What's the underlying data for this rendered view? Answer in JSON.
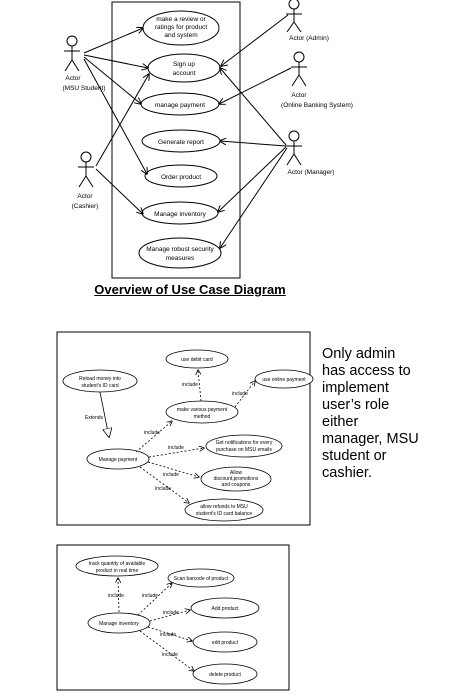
{
  "use_case_overview": {
    "usecases": {
      "review_line1": "make a review or",
      "review_line2": "ratings for product",
      "review_line3": "and system",
      "signup_line1": "Sign up",
      "signup_line2": "account",
      "manage_payment": "manage payment",
      "generate_report": "Generate report",
      "order_product": "Order product",
      "manage_inventory": "Manage inventory",
      "security_line1": "Manage robust security",
      "security_line2": "measures"
    },
    "actors": {
      "student_line1": "Actor",
      "student_line2": "(MSU Student)",
      "cashier_line1": "Actor",
      "cashier_line2": "(Cashier)",
      "admin": "Actor (Admin)",
      "banking_line1": "Actor",
      "banking_line2": "(Online Banking System)",
      "manager": "Actor (Manager)"
    },
    "heading": "Overview of Use Case Diagram"
  },
  "payment_diagram": {
    "reload_line1": "Reload money into",
    "reload_line2": "student's ID card",
    "extends_label": "Extends",
    "manage_payment": "Manage payment",
    "debit_card": "use debit card",
    "various_line1": "make various payment",
    "various_line2": "method",
    "online_payment": "use online payment",
    "notif_line1": "Get notifications for every",
    "notif_line2": "purchase on MSU emails",
    "allow_line1": "Allow",
    "allow_line2": "discount,promotions",
    "allow_line3": "and coupons",
    "refund_line1": "allow refunds to MSU",
    "refund_line2": "student's ID card balance",
    "include": "include"
  },
  "inventory_diagram": {
    "track_line1": "track quantity of available",
    "track_line2": "product in real time",
    "manage_inventory": "Manage inventory",
    "scan": "Scan barcode of product",
    "add": "Add product",
    "edit": "edit product",
    "delete": "delete product",
    "include": "include"
  },
  "note_text": "Only admin\nhas access to\nimplement\nuser’s role\neither\nmanager, MSU\nstudent or\ncashier."
}
